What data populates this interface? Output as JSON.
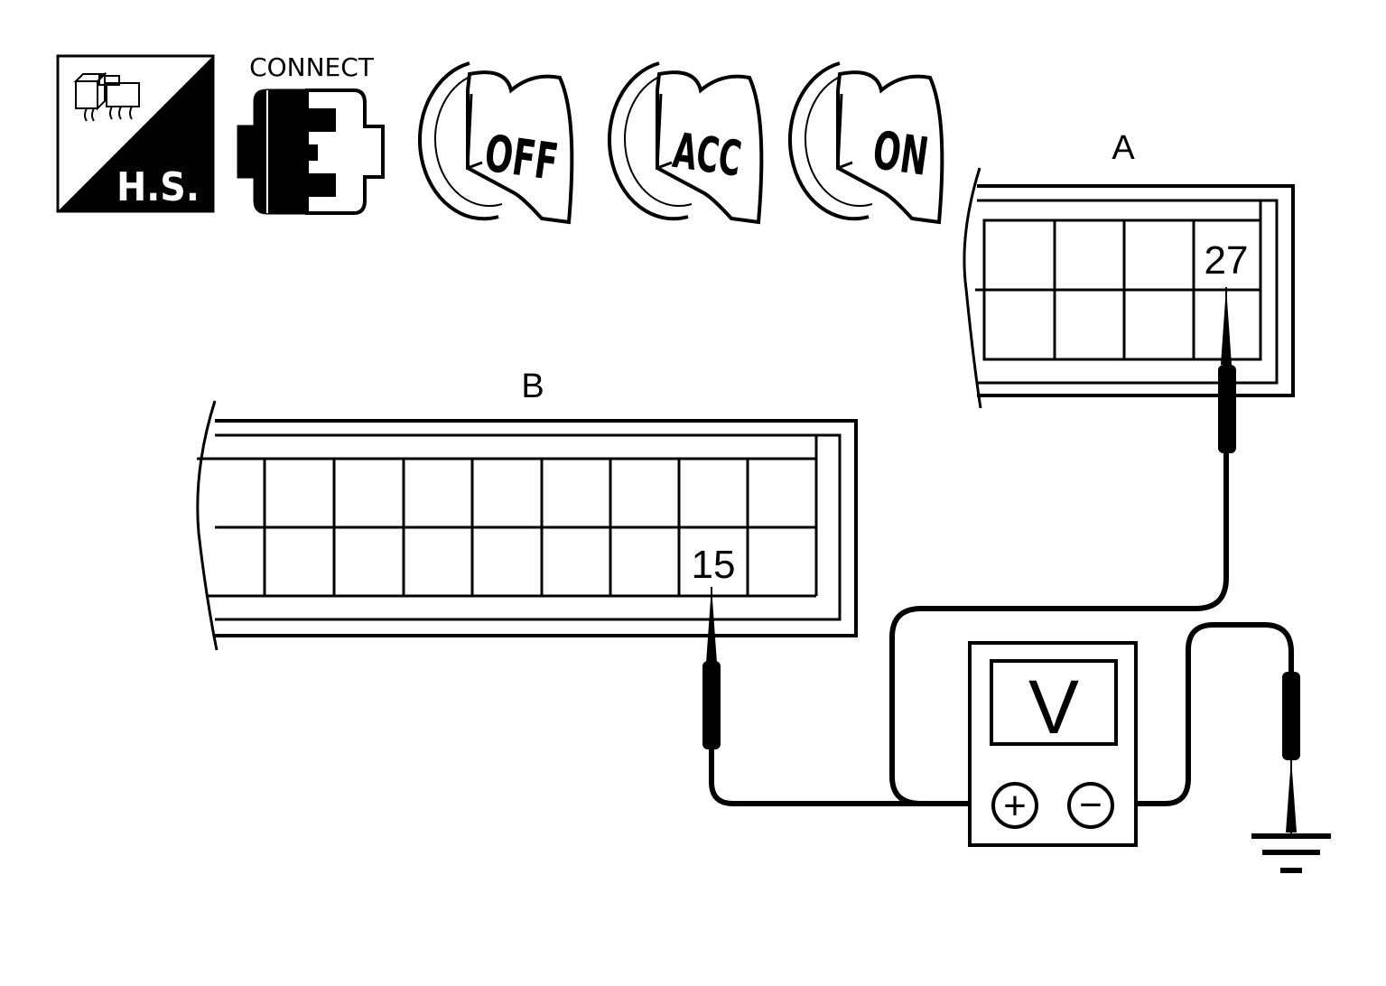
{
  "icons": {
    "harness_label": "H.S.",
    "connect_label": "CONNECT",
    "ignition": [
      {
        "label": "OFF"
      },
      {
        "label": "ACC"
      },
      {
        "label": "ON"
      }
    ]
  },
  "connectors": {
    "a": {
      "label": "A",
      "terminal": "27"
    },
    "b": {
      "label": "B",
      "terminal": "15"
    }
  },
  "meter": {
    "label": "V",
    "plus_symbol": "+",
    "minus_symbol": "−"
  },
  "colors": {
    "ink": "#000000",
    "paper": "#ffffff"
  }
}
